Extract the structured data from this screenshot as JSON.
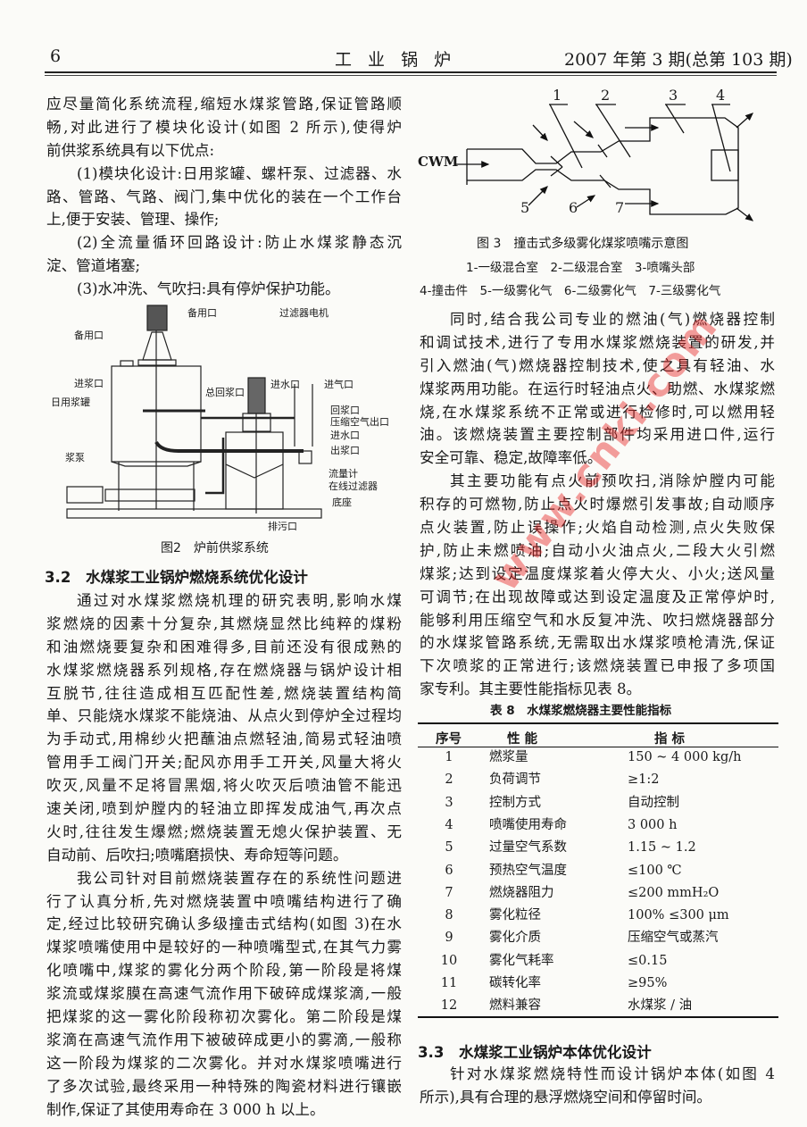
{
  "header": {
    "page_number": "6",
    "journal": "工 业 锅 炉",
    "issue": "2007 年第 3 期(总第 103 期)"
  },
  "left_top": [
    {
      "lines": [
        "应尽量简化系统流程,缩短水煤浆管路,保证管路顺",
        "畅,对此进行了模块化设计(如图 2 所示),使得炉",
        "前供浆系统具有以下优点:"
      ]
    },
    {
      "lines": [
        "(1)模块化设计:日用浆罐、螺杆泵、过滤器、水",
        "路、管路、气路、阀门,集中优化的装在一个工作台",
        "上,便于安装、管理、操作;"
      ]
    },
    {
      "lines": [
        "(2)全流量循环回路设计:防止水煤浆静态沉",
        "淀、管道堵塞;"
      ]
    },
    {
      "lines": [
        "(3)水冲洗、气吹扫:具有停炉保护功能。"
      ]
    }
  ],
  "figure2": {
    "caption": "图2　炉前供浆系统",
    "labels": [
      "备用口",
      "备用口",
      "过滤器电机",
      "进浆口",
      "日用浆罐",
      "总回浆口",
      "进水口",
      "进气口",
      "回浆口",
      "压缩空气出口",
      "进水口",
      "出浆口",
      "流量计",
      "在线过滤器",
      "底座",
      "浆泵",
      "排污口"
    ]
  },
  "section_3_2": {
    "heading": "3.2　水煤浆工业锅炉燃烧系统优化设计",
    "paragraphs": [
      {
        "lines": [
          "通过对水煤浆燃烧机理的研究表明,影响水煤",
          "浆燃烧的因素十分复杂,其燃烧显然比纯粹的煤粉",
          "和油燃烧要复杂和困难得多,目前还没有很成熟的",
          "水煤浆燃烧器系列规格,存在燃烧器与锅炉设计相",
          "互脱节,往往造成相互匹配性差,燃烧装置结构简",
          "单、只能烧水煤浆不能烧油、从点火到停炉全过程均",
          "为手动式,用棉纱火把蘸油点燃轻油,简易式轻油喷",
          "管用手工阀门开关;配风亦用手工开关,风量大将火",
          "吹灭,风量不足将冒黑烟,将火吹灭后喷油管不能迅",
          "速关闭,喷到炉膛内的轻油立即挥发成油气,再次点",
          "火时,往往发生爆燃;燃烧装置无熄火保护装置、无",
          "自动前、后吹扫;喷嘴磨损快、寿命短等问题。"
        ]
      },
      {
        "lines": [
          "我公司针对目前燃烧装置存在的系统性问题进",
          "行了认真分析,先对燃烧装置中喷嘴结构进行了确",
          "定,经过比较研究确认多级撞击式结构(如图 3)在水",
          "煤浆喷嘴使用中是较好的一种喷嘴型式,在其气力雾",
          "化喷嘴中,煤浆的雾化分两个阶段,第一阶段是将煤",
          "浆流或煤浆膜在高速气流作用下破碎成煤浆滴,一般",
          "把煤浆的这一雾化阶段称初次雾化。第二阶段是煤",
          "浆滴在高速气流作用下被破碎成更小的雾滴,一般称",
          "这一阶段为煤浆的二次雾化。并对水煤浆喷嘴进行",
          "了多次试验,最终采用一种特殊的陶瓷材料进行镶嵌",
          "制作,保证了其使用寿命在 3 000 h 以上。"
        ]
      }
    ]
  },
  "figure3": {
    "inlet_label": "CWM",
    "numbers": [
      "1",
      "2",
      "3",
      "4",
      "5",
      "6",
      "7"
    ],
    "caption": "图 3　撞击式多级雾化煤浆喷嘴示意图",
    "legend_line1": "1-一级混合室　2-二级混合室　3-喷嘴头部",
    "legend_line2": "4-撞击件　5-一级雾化气　6-二级雾化气　7-三级雾化气"
  },
  "right_text": [
    {
      "lines": [
        "同时,结合我公司专业的燃油(气)燃烧器控制",
        "和调试技术,进行了专用水煤浆燃烧装置的研发,并",
        "引入燃油(气)燃烧器控制技术,使之具有轻油、水",
        "煤浆两用功能。在运行时轻油点火、助燃、水煤浆燃",
        "烧,在水煤浆系统不正常或进行检修时,可以燃用轻",
        "油。该燃烧装置主要控制部件均采用进口件,运行",
        "安全可靠、稳定,故障率低。"
      ]
    },
    {
      "lines": [
        "其主要功能有点火前预吹扫,消除炉膛内可能",
        "积存的可燃物,防止点火时爆燃引发事故;自动顺序",
        "点火装置,防止误操作;火焰自动检测,点火失败保",
        "护,防止未燃喷油;自动小火油点火,二段大火引燃",
        "煤浆;达到设定温度煤浆着火停大火、小火;送风量",
        "可调节;在出现故障或达到设定温度及正常停炉时,",
        "能够利用压缩空气和水反复冲洗、吹扫燃烧器部分",
        "的水煤浆管路系统,无需取出水煤浆喷枪清洗,保证",
        "下次喷浆的正常进行;该燃烧装置已申报了多项国",
        "家专利。其主要性能指标见表 8。"
      ]
    }
  ],
  "table8": {
    "title": "表 8　水煤浆燃烧器主要性能指标",
    "columns": [
      "序号",
      "性 能",
      "指 标"
    ],
    "rows": [
      [
        "1",
        "燃浆量",
        "150 ~ 4 000 kg/h"
      ],
      [
        "2",
        "负荷调节",
        "≥1:2"
      ],
      [
        "3",
        "控制方式",
        "自动控制"
      ],
      [
        "4",
        "喷嘴使用寿命",
        "3 000 h"
      ],
      [
        "5",
        "过量空气系数",
        "1.15 ~ 1.2"
      ],
      [
        "6",
        "预热空气温度",
        "≤100 ℃"
      ],
      [
        "7",
        "燃烧器阻力",
        "≤200 mmH₂O"
      ],
      [
        "8",
        "雾化粒径",
        "100% ≤300 μm"
      ],
      [
        "9",
        "雾化介质",
        "压缩空气或蒸汽"
      ],
      [
        "10",
        "雾化气耗率",
        "≤0.15"
      ],
      [
        "11",
        "碳转化率",
        "≥95%"
      ],
      [
        "12",
        "燃料兼容",
        "水煤浆 / 油"
      ]
    ]
  },
  "section_3_3": {
    "heading": "3.3　水煤浆工业锅炉本体优化设计",
    "lines": [
      "针对水煤浆燃烧特性而设计锅炉本体(如图 4",
      "所示),具有合理的悬浮燃烧空间和停留时间。"
    ]
  },
  "watermark": "www.cnki.com"
}
